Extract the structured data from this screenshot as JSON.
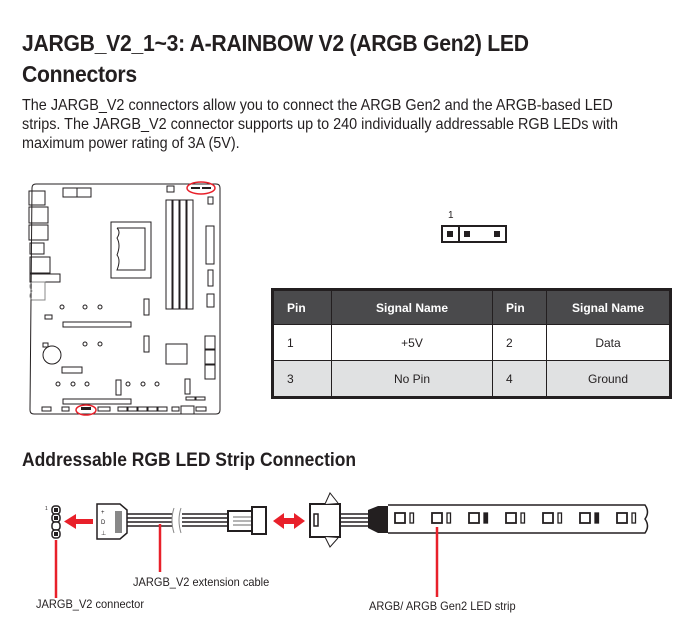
{
  "header": {
    "title": "JARGB_V2_1~3: A-RAINBOW V2 (ARGB Gen2) LED Connectors",
    "intro": "The JARGB_V2 connectors allow you to connect the ARGB Gen2 and the ARGB-based LED strips. The JARGB_V2 connector supports up to 240 individually addressable RGB LEDs with maximum power rating of 3A (5V)."
  },
  "connector_header": {
    "pin1_label": "1"
  },
  "pin_table": {
    "columns": [
      "Pin",
      "Signal Name",
      "Pin",
      "Signal Name"
    ],
    "rows": [
      {
        "pin_a": "1",
        "signal_a": "+5V",
        "pin_b": "2",
        "signal_b": "Data"
      },
      {
        "pin_a": "3",
        "signal_a": "No Pin",
        "pin_b": "4",
        "signal_b": "Ground"
      }
    ]
  },
  "strip_section": {
    "title": "Addressable RGB LED Strip Connection",
    "pin1_label": "1",
    "captions": {
      "extension_cable": "JARGB_V2 extension cable",
      "connector": "JARGB_V2 connector",
      "led_strip": "ARGB/ ARGB Gen2 LED strip"
    }
  },
  "colors": {
    "text": "#231f20",
    "accent_red": "#e8202a",
    "table_header_bg": "#4a4a4c",
    "table_alt_row_bg": "#e0e1e2"
  }
}
